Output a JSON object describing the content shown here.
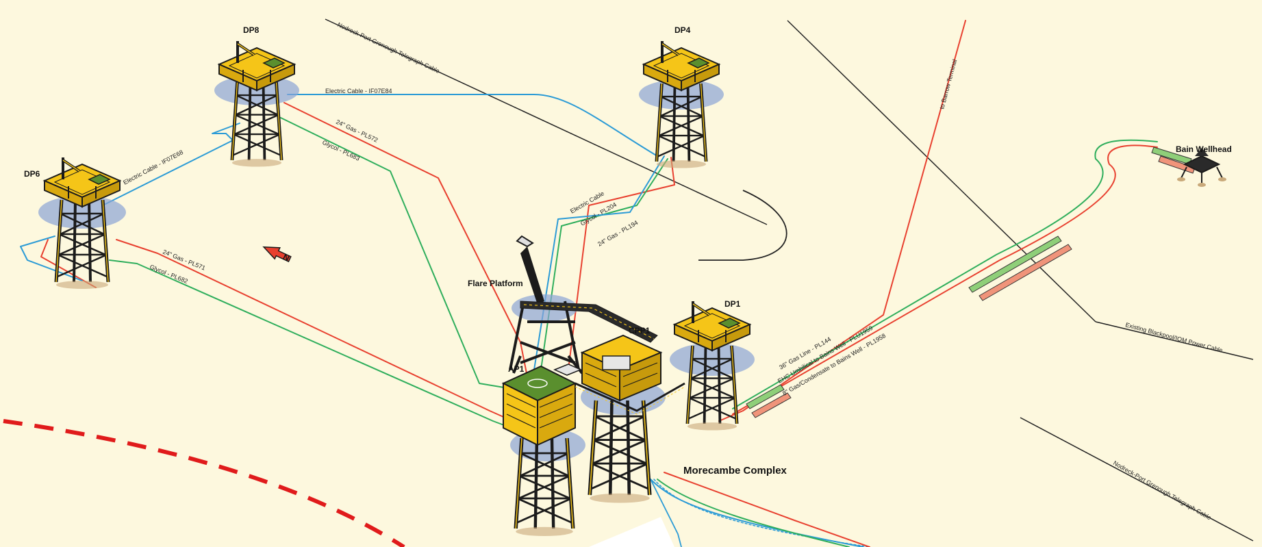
{
  "platforms": {
    "dp8": "DP8",
    "dp4": "DP4",
    "dp6": "DP6",
    "dp1": "DP1",
    "ap1": "AP1",
    "cpp1": "CPP1",
    "flare": "Flare Platform",
    "bain": "Bain Wellhead"
  },
  "complex_label": "Morecambe Complex",
  "routes": {
    "nodreck_top": "Nodreck-Port Grenough Telegraph Cable",
    "nodreck_bottom": "Nodreck-Port Grenough Telegraph Cable",
    "barrow": "to Barrow Terminal",
    "blackpool": "Existing Blackpool/IOM Power Cable"
  },
  "cables": {
    "elec_dp8_dp4": "Electric Cable - IF07E84",
    "elec_dp6_dp8": "Electric Cable - IF07E68",
    "gas_pl572": "24\" Gas - PL572",
    "glycol_pl683": "Glycol - PL683",
    "elec_dp4": "Electric Cable",
    "glycol_pl204": "Glycol - PL204",
    "gas_pl194": "24\" Gas - PL194",
    "gas_pl571": "24\" Gas - PL571",
    "glycol_pl682": "Glycol - PL682",
    "gas_pl144": "36\" Gas Line - PL144",
    "ehc_plu1959": "EHC Umbilical to Bains Well - PLU1959",
    "condensate_pl1958": "8\" Gas/Condensate to Bains Well - PL1958"
  },
  "colors": {
    "background": "#fdf8de",
    "gas": "#e8402f",
    "glycol": "#2fae5c",
    "electric": "#2b9bd6",
    "deck": "#f5c518",
    "jacket": "#1b1b1b",
    "splash": "#8aa4d6",
    "boundary": "#e01b1b",
    "route": "#222222"
  },
  "icons": [
    "north-arrow-icon",
    "helideck-icon",
    "drilling-derrick-icon"
  ]
}
